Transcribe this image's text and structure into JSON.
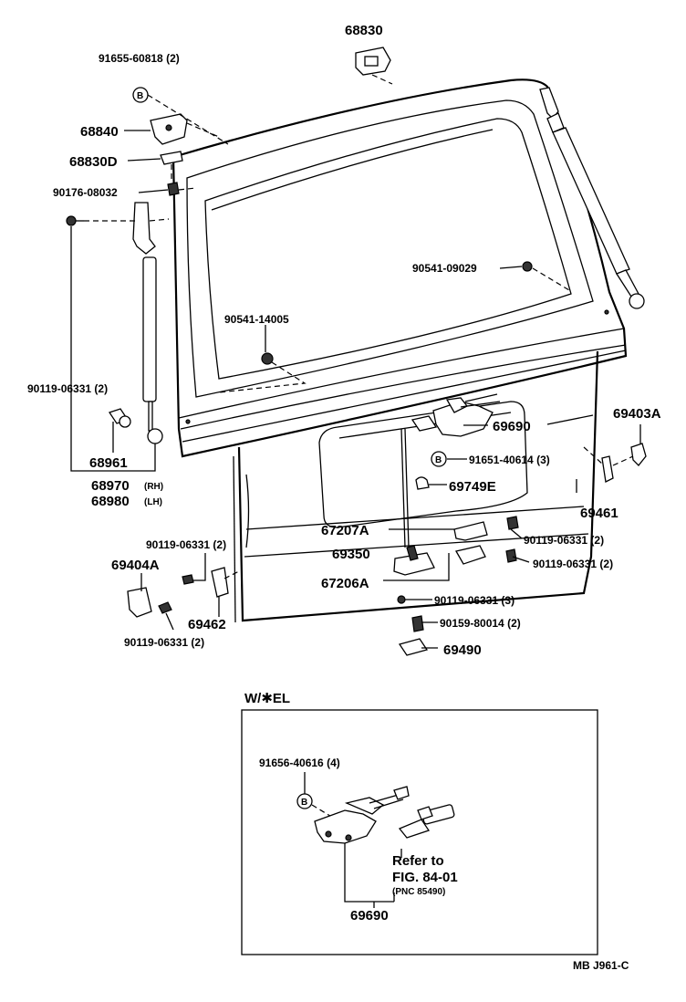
{
  "labels": {
    "p68830": "68830",
    "p91655": "91655-60818 (2)",
    "p68840": "68840",
    "p68830D": "68830D",
    "p90176": "90176-08032",
    "p90541_09029": "90541-09029",
    "p90541_14005": "90541-14005",
    "p90119_left": "90119-06331 (2)",
    "p69403A": "69403A",
    "p69690_top": "69690",
    "p91651": "91651-40614 (3)",
    "p69749E": "69749E",
    "p68961": "68961",
    "p68970": "68970",
    "p68970_side": "(RH)",
    "p68980": "68980",
    "p68980_side": "(LH)",
    "p69461": "69461",
    "p67207A": "67207A",
    "p90119_r1": "90119-06331 (2)",
    "p90119_mid": "90119-06331 (2)",
    "p69350": "69350",
    "p90119_r2": "90119-06331 (2)",
    "p69404A": "69404A",
    "p67206A": "67206A",
    "p90119_3": "90119-06331 (3)",
    "p69462": "69462",
    "p90159": "90159-80014 (2)",
    "p90119_bot": "90119-06331 (2)",
    "p69490": "69490",
    "inset_title": "W/✱EL",
    "p91656": "91656-40616 (4)",
    "refer_line1": "Refer to",
    "refer_line2": "FIG. 84-01",
    "refer_line3": "(PNC 85490)",
    "p69690_inset": "69690",
    "footer_code": "MB  J961-C",
    "circle_b": "B"
  }
}
